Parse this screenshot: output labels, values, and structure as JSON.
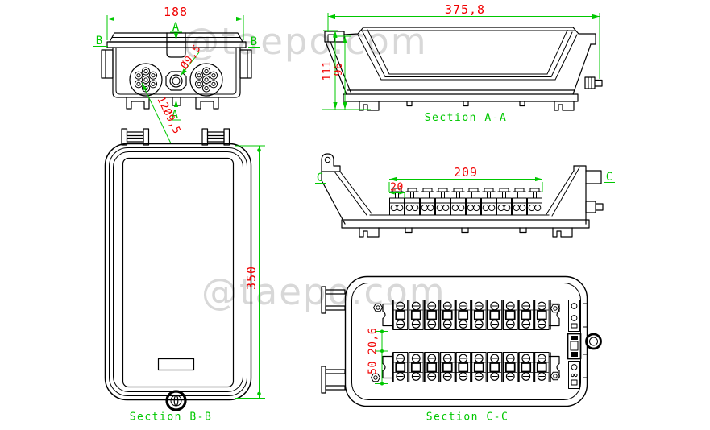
{
  "watermark": {
    "text": "@taepo.com"
  },
  "colors": {
    "black": "#000000",
    "green": "#00c800",
    "red": "#f00000",
    "watermark": "#d8d8d8"
  },
  "top_view": {
    "dim_width": "188",
    "marker_a": "A",
    "marker_b": "B",
    "label_center_hole": "Ø9,5",
    "label_mount_holes": "12Ø9,5"
  },
  "section_aa": {
    "label": "Section A-A",
    "dim_width": "375,8",
    "dim_height_outer": "111",
    "dim_height_inner": "96"
  },
  "side_view": {
    "marker_c": "C",
    "dim_strip": "209",
    "dim_module": "20"
  },
  "section_bb": {
    "label": "Section B-B",
    "dim_height": "350"
  },
  "section_cc": {
    "label": "Section C-C",
    "dim_gap": "20,6",
    "dim_row": "50"
  }
}
